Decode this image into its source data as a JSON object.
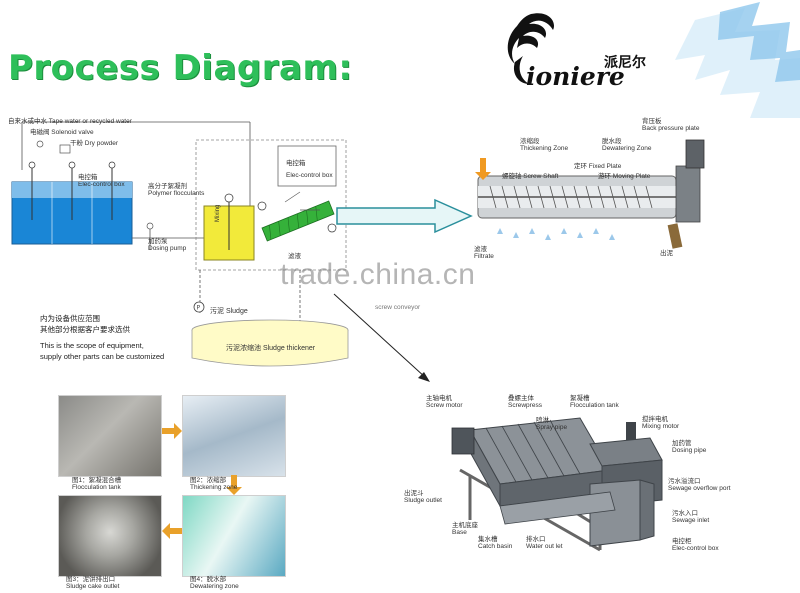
{
  "title": "Process Diagram:",
  "logo": {
    "cn": "派尼尔",
    "en": "ioniere"
  },
  "watermark": "trade.china.cn",
  "schematic": {
    "water_source": "自来水或中水 Tape water or recycled water",
    "solenoid": "电磁阀 Solenoid valve",
    "dry_powder": "干粉 Dry powder",
    "control_box_left": "电控箱\nElec-control box",
    "polymer": "高分子絮凝剂\nPolymer flocculants",
    "dosing_pump": "加药泵\nDosing pump",
    "mixing": "Mixing",
    "elec_box_mid_cn": "电控箱",
    "elec_box_mid_en": "Elec-control box",
    "filtrate_cn": "滤液",
    "screw_conveyor": "screw conveyor",
    "sludge": "污泥 Sludge",
    "thickener": "污泥浓缩池 Sludge thickener"
  },
  "machine_view": {
    "back_pressure": "背压板\nBack pressure plate",
    "thickening_zone": "浓缩段\nThickening Zone",
    "dewatering_zone": "脱水段\nDewatering Zone",
    "screw_shaft": "螺旋轴 Screw Shaft",
    "fixed_plate": "定环 Fixed Plate",
    "moving_plate": "游环 Moving Plate",
    "filtrate": "滤液\nFiltrate",
    "outlet": "出泥"
  },
  "scope_note": {
    "cn1": "内为设备供应范围",
    "cn2": "其他部分根据客户要求选供",
    "en1": "This is the scope of equipment,",
    "en2": "supply other parts can be customized"
  },
  "photos": {
    "p1": "图1：絮凝混合槽\nFlocculation tank",
    "p2": "图2：浓缩部\nThickening zone",
    "p3": "图3：泥饼排出口\nSludge cake outlet",
    "p4": "图4：脱水部\nDewatering zone"
  },
  "equipment": {
    "screw_motor": "主轴电机\nScrew motor",
    "screwpress": "叠螺主体\nScrewpress",
    "spray_pipe": "喷淋\nSpray pipe",
    "flocculation_tank": "絮凝槽\nFlocculation tank",
    "mixing_motor": "搅拌电机\nMixing motor",
    "dosing_pipe": "加药管\nDosing pipe",
    "sewage_overflow": "污水溢流口\nSewage overflow port",
    "sewage_inlet": "污水入口\nSewage inlet",
    "elec_box": "电控柜\nElec-control box",
    "sludge_outlet": "出泥斗\nSludge outlet",
    "base": "主机底座\nBase",
    "catch_basin": "集水槽\nCatch basin",
    "water_outlet": "排水口\nWater out let"
  },
  "colors": {
    "title": "#2ebf5a",
    "water": "#1a86d6",
    "mixing_tank": "#f2ea3a",
    "conveyor": "#35b13a",
    "arrow": "#2a8f9c"
  }
}
